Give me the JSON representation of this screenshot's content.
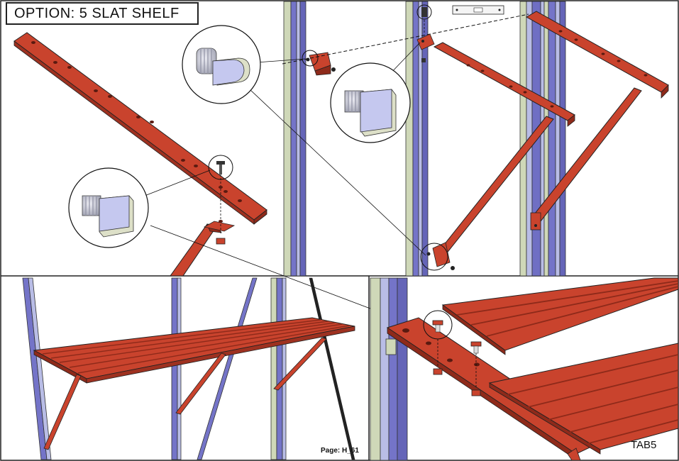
{
  "header": {
    "title": "OPTION: 5 SLAT SHELF"
  },
  "footer": {
    "page": "Page: H_61",
    "tab": "TAB5"
  },
  "colors": {
    "shelf": "#c9432d",
    "shelf_dark": "#8e2a1a",
    "frame": "#6f6fc4",
    "frame_light": "#b9bde6",
    "frame_green": "#cfd8b8",
    "bolt": "#c7c9d6",
    "bolt_face": "#c5c8ef",
    "line": "#222222"
  },
  "icons": {
    "detail_circle": "magnified-bolt-detail",
    "level": "spirit-level-icon"
  }
}
